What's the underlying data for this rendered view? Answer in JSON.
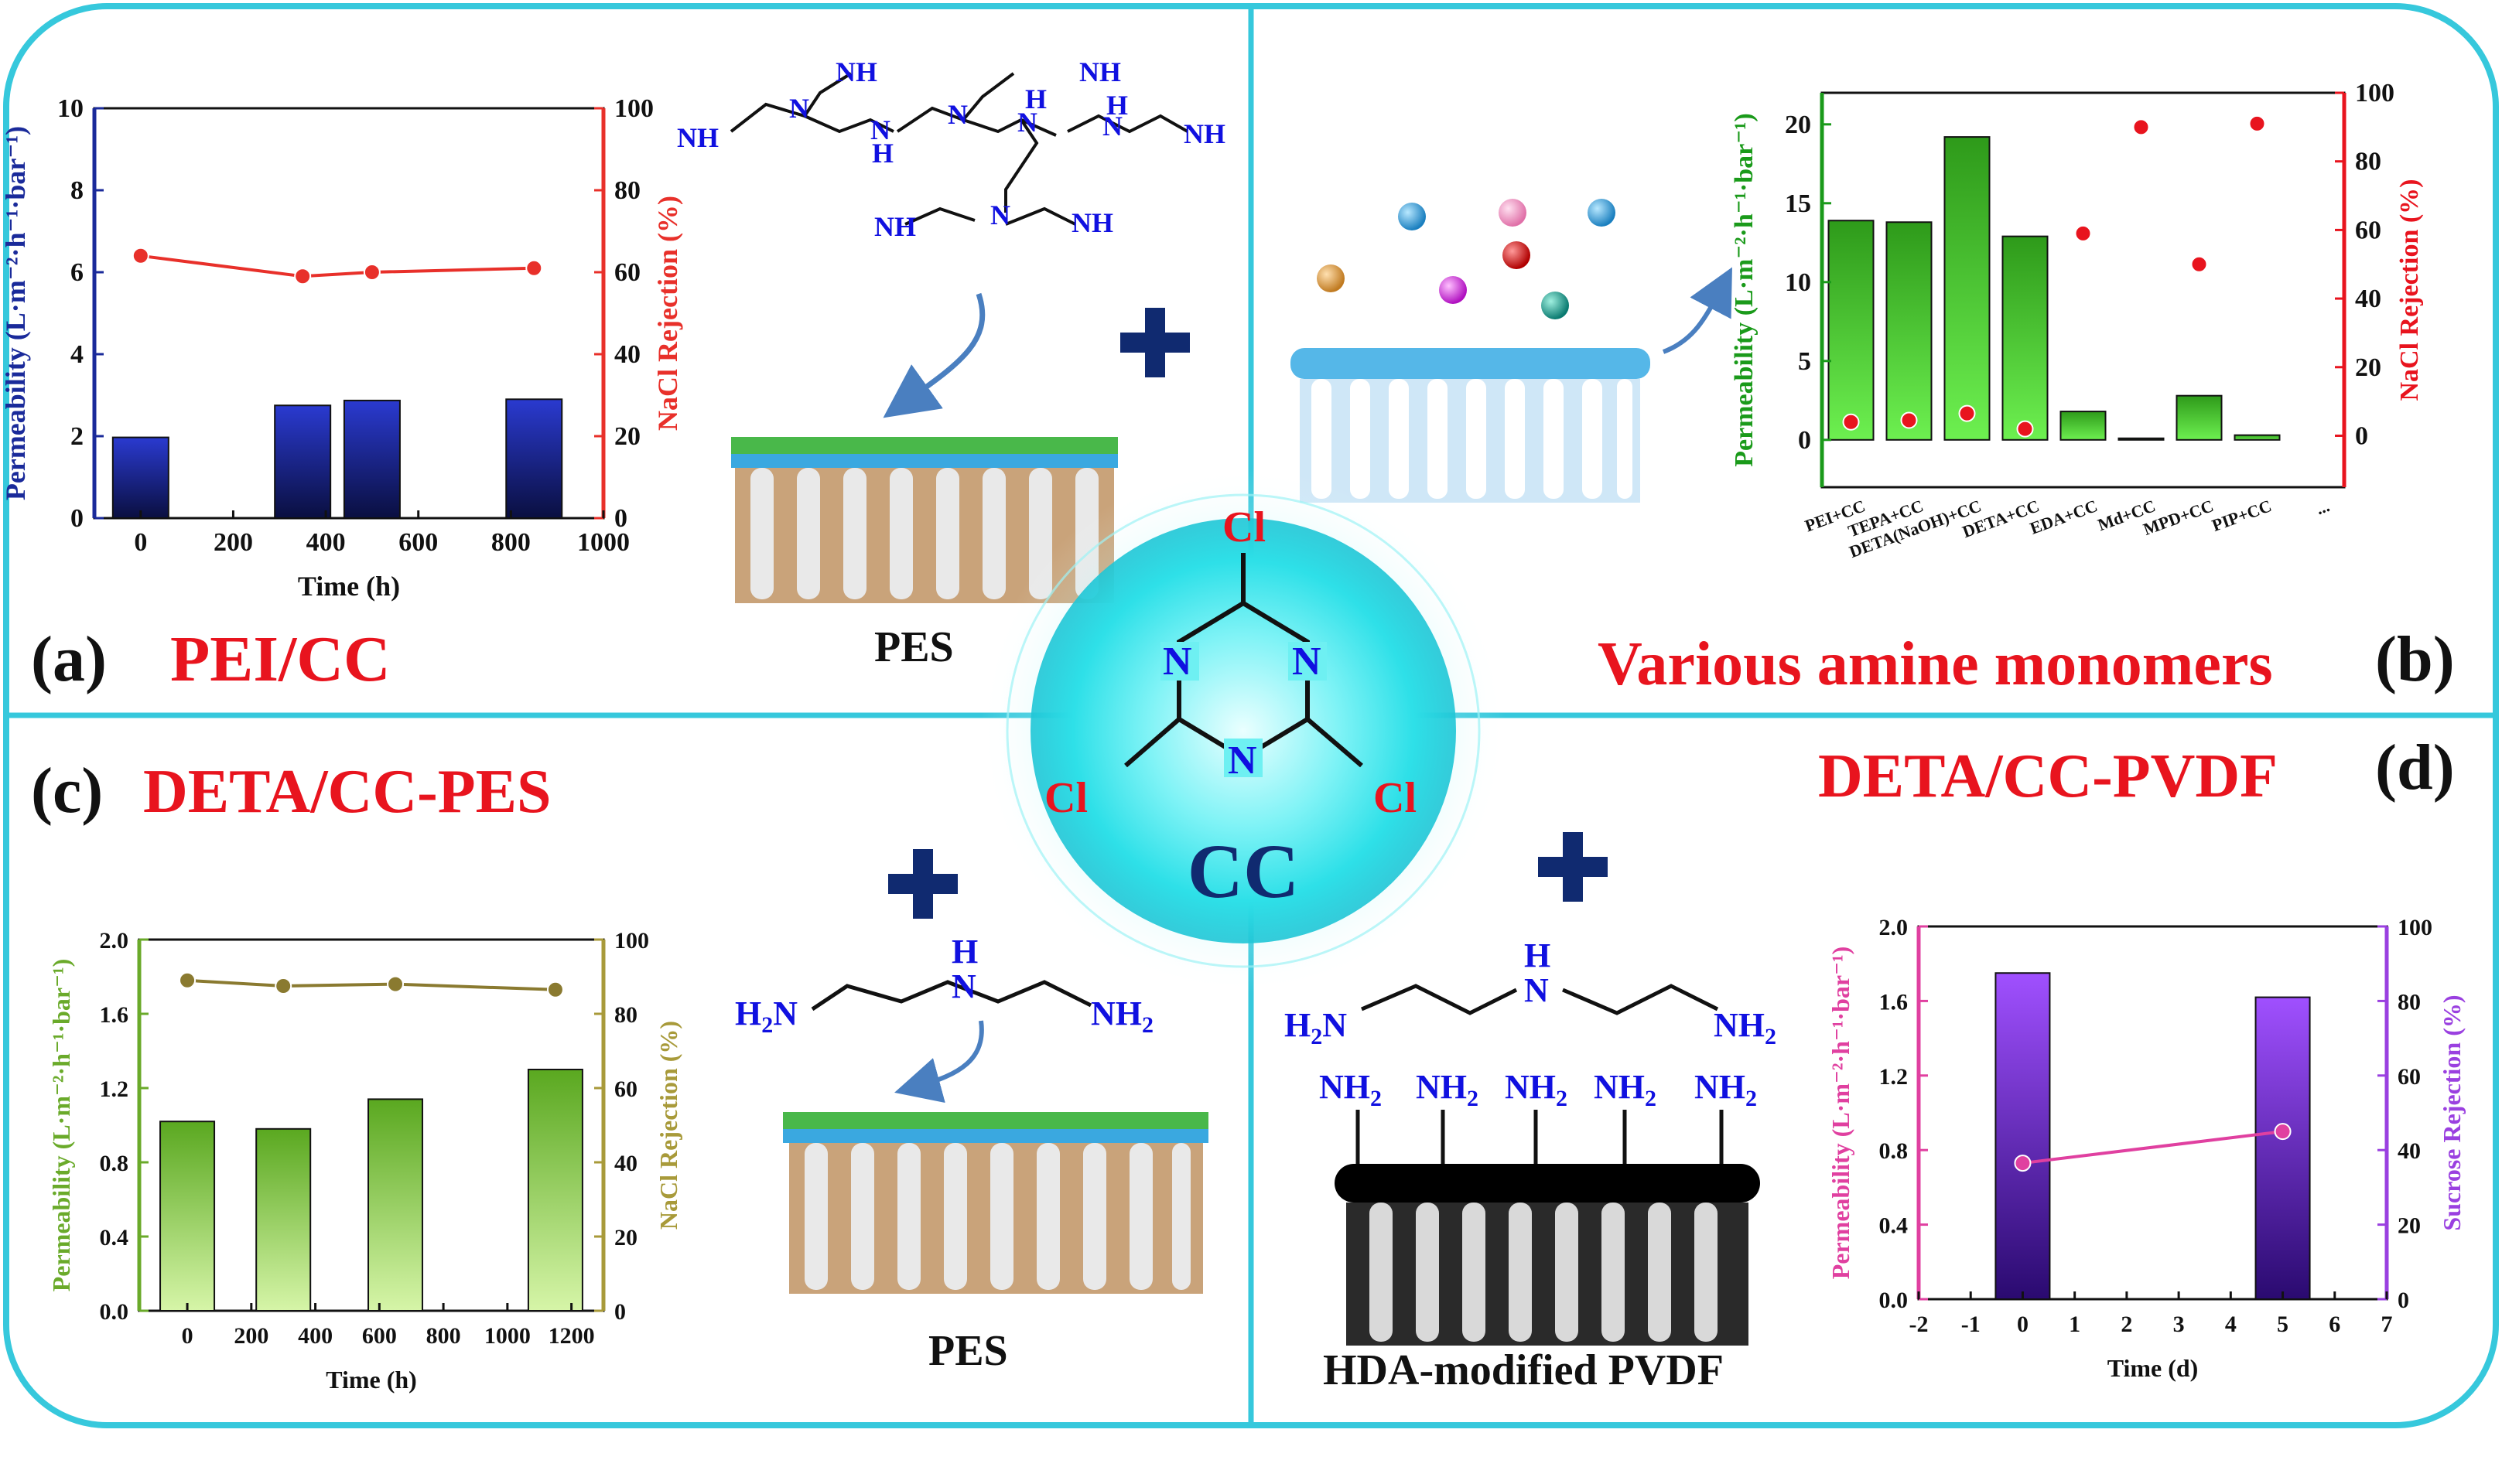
{
  "panels": {
    "a": {
      "letter": "(a)",
      "title": "PEI/CC",
      "support": "PES"
    },
    "b": {
      "letter": "(b)",
      "title": "Various amine monomers"
    },
    "c": {
      "letter": "(c)",
      "title": "DETA/CC-PES",
      "support": "PES"
    },
    "d": {
      "letter": "(d)",
      "title": "DETA/CC-PVDF",
      "support": "HDA-modified PVDF"
    }
  },
  "center": {
    "label": "CC",
    "cl": "Cl",
    "n": "N"
  },
  "chem": {
    "nh2": "NH",
    "nh2_sub": "2",
    "n": "N",
    "h": "H",
    "h2n": "H",
    "h2n_sub": "2",
    "h2n_tail": "N"
  },
  "colors": {
    "blue_bar": "#1a2a9a",
    "red_line": "#e8302a",
    "green_bar": "#4fbf2a",
    "olive_line": "#a89a3a",
    "purple_bar": "#8a2be2",
    "pink_line": "#e040a0",
    "cyan_border": "#36c8dc",
    "title_red": "#e8141e"
  },
  "chart_data": [
    {
      "id": "a",
      "type": "bar",
      "x": [
        0,
        350,
        500,
        850
      ],
      "values": [
        1.97,
        2.75,
        2.87,
        2.9
      ],
      "line": [
        64,
        59,
        60,
        61
      ],
      "xlim": [
        -100,
        1000
      ],
      "ylim": [
        0,
        10
      ],
      "y2lim": [
        0,
        100
      ],
      "xticks": [
        "0",
        "200",
        "400",
        "600",
        "800",
        "1000"
      ],
      "yticks": [
        "0",
        "2",
        "4",
        "6",
        "8",
        "10"
      ],
      "y2ticks": [
        "0",
        "20",
        "40",
        "60",
        "80",
        "100"
      ],
      "xlabel": "Time (h)",
      "ylabel": "Permeability (L·m⁻²·h⁻¹·bar⁻¹)",
      "y2label": "NaCl  Rejection  (%)"
    },
    {
      "id": "b",
      "type": "bar",
      "categories": [
        "PEI+CC",
        "TEPA+CC",
        "DETA(NaOH)+CC",
        "DETA+CC",
        "EDA+CC",
        "Md+CC",
        "MPD+CC",
        "PIP+CC",
        "..."
      ],
      "values": [
        13.9,
        13.8,
        19.2,
        12.9,
        1.8,
        0.1,
        2.8,
        0.3
      ],
      "line": [
        4,
        4.5,
        6.5,
        2,
        59,
        90,
        50,
        91
      ],
      "ylim": [
        -3,
        22
      ],
      "y2lim": [
        -15,
        100
      ],
      "yticks": [
        "0",
        "5",
        "10",
        "15",
        "20"
      ],
      "y2ticks": [
        "0",
        "20",
        "40",
        "60",
        "80",
        "100"
      ],
      "ylabel": "Permeability (L·m⁻²·h⁻¹·bar⁻¹)",
      "y2label": "NaCl  Rejection (%)"
    },
    {
      "id": "c",
      "type": "bar",
      "x": [
        0,
        300,
        650,
        1150
      ],
      "values": [
        1.02,
        0.98,
        1.14,
        1.3
      ],
      "line": [
        89,
        87.5,
        88,
        86.5
      ],
      "xlim": [
        -150,
        1300
      ],
      "ylim": [
        0,
        2.0
      ],
      "y2lim": [
        0,
        100
      ],
      "xticks": [
        "0",
        "200",
        "400",
        "600",
        "800",
        "1000",
        "1200"
      ],
      "yticks": [
        "0.0",
        "0.4",
        "0.8",
        "1.2",
        "1.6",
        "2.0"
      ],
      "y2ticks": [
        "0",
        "20",
        "40",
        "60",
        "80",
        "100"
      ],
      "xlabel": "Time (h)",
      "ylabel": "Permeability (L·m⁻²·h⁻¹·bar⁻¹)",
      "y2label": "NaCl  Rejection (%)"
    },
    {
      "id": "d",
      "type": "bar",
      "x": [
        0,
        5
      ],
      "values": [
        1.75,
        1.62
      ],
      "line": [
        36.5,
        45
      ],
      "xlim": [
        -2,
        7
      ],
      "ylim": [
        0,
        2.0
      ],
      "y2lim": [
        0,
        100
      ],
      "xticks": [
        "-2",
        "-1",
        "0",
        "1",
        "2",
        "3",
        "4",
        "5",
        "6",
        "7"
      ],
      "yticks": [
        "0.0",
        "0.4",
        "0.8",
        "1.2",
        "1.6",
        "2.0"
      ],
      "y2ticks": [
        "0",
        "20",
        "40",
        "60",
        "80",
        "100"
      ],
      "xlabel": "Time (d)",
      "ylabel": "Permeability (L·m⁻²·h⁻¹·bar⁻¹)",
      "y2label": "Sucrose  Rejection  (%)"
    }
  ]
}
